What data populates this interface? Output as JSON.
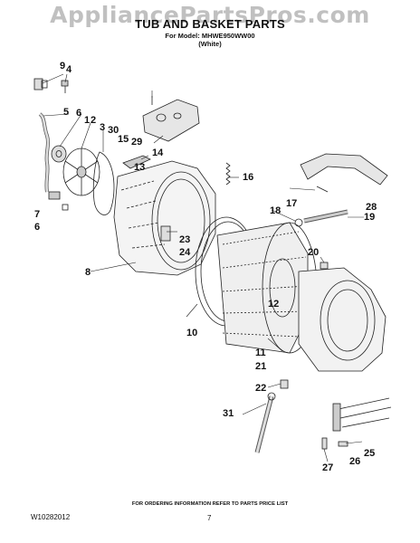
{
  "watermark": "AppliancePartsPros.com",
  "title": "TUB AND BASKET PARTS",
  "model_line": "For Model: MHWE950WW00",
  "color_line": "(White)",
  "footer_note": "FOR ORDERING INFORMATION REFER TO PARTS PRICE LIST",
  "doc_number": "W10282012",
  "page_number": "7",
  "callouts": [
    "9",
    "4",
    "5",
    "6",
    "1",
    "2",
    "3",
    "30",
    "15",
    "29",
    "14",
    "13",
    "16",
    "28",
    "17",
    "18",
    "19",
    "7",
    "6",
    "8",
    "23",
    "24",
    "20",
    "12",
    "10",
    "11",
    "21",
    "22",
    "31",
    "25",
    "26",
    "27"
  ]
}
